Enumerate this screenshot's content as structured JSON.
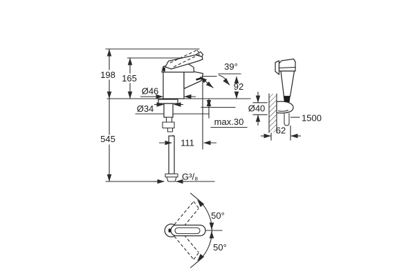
{
  "colors": {
    "background": "#ffffff",
    "line": "#2b2b2b",
    "text": "#1a1a1a"
  },
  "views": {
    "side_view": {
      "dims": {
        "overall_height": "198",
        "lever_height": "165",
        "total_height": "545",
        "body_diameter": "Ø46",
        "shank_diameter": "Ø34",
        "spray_angle": "39°",
        "spout_height": "92",
        "max_thickness": "max.30",
        "spout_projection": "111",
        "thread": "G³/₈"
      }
    },
    "spray_set": {
      "dims": {
        "rosette_diameter": "Ø40",
        "wall_distance": "62",
        "hose_length": "1500"
      }
    },
    "handle_top": {
      "dims": {
        "swing_up": "50°",
        "swing_down": "50°"
      }
    }
  }
}
